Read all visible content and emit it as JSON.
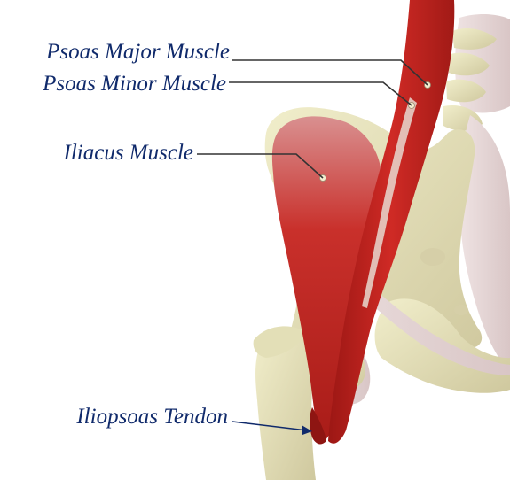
{
  "labels": {
    "psoas_major": "Psoas Major Muscle",
    "psoas_minor": "Psoas Minor Muscle",
    "iliacus": "Iliacus Muscle",
    "iliopsoas_tendon": "Iliopsoas Tendon"
  },
  "colors": {
    "label_text": "#102a6b",
    "leader_line": "#333333",
    "tendon_arrow": "#102a6b",
    "muscle_red": "#c0221f",
    "muscle_dark": "#8e1512",
    "bone": "#e9e6bf",
    "bone_shadow": "#c9c39a",
    "ligament": "#e6d6d6",
    "marker": "#f3ecd0"
  }
}
